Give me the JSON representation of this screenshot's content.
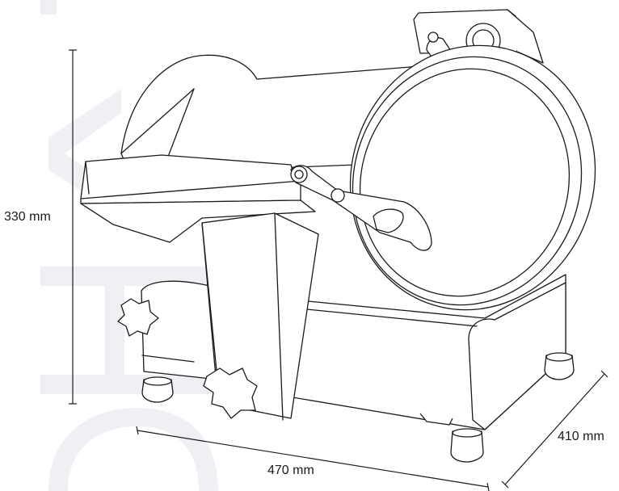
{
  "dimensions": {
    "height": "330 mm",
    "width": "470 mm",
    "depth": "410 mm"
  },
  "colors": {
    "line": "#1a1a1a",
    "watermark": "#eef0f3",
    "background": "#ffffff"
  }
}
